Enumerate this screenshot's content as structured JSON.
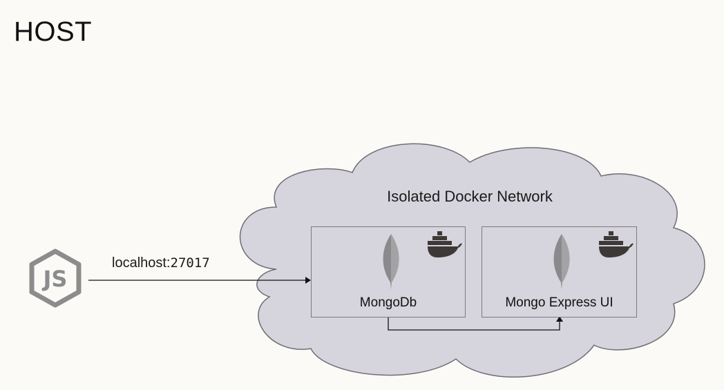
{
  "title": "HOST",
  "network": {
    "label": "Isolated Docker Network"
  },
  "connection": {
    "host_label": "localhost:",
    "port": "27017"
  },
  "containers": {
    "mongodb": {
      "label": "MongoDb",
      "icon": "mongodb-leaf-icon",
      "badge_icon": "docker-whale-icon"
    },
    "mongo_express": {
      "label": "Mongo Express UI",
      "icon": "mongodb-leaf-icon",
      "badge_icon": "docker-whale-icon"
    }
  },
  "client": {
    "icon": "nodejs-icon"
  },
  "colors": {
    "cloud_fill": "#d6d4dc",
    "cloud_stroke": "#6e6e74",
    "box_fill": "#d6d4dc",
    "nodejs": "#8c8c8c",
    "whale": "#3d3937",
    "leaf": "#8a8a8c"
  }
}
